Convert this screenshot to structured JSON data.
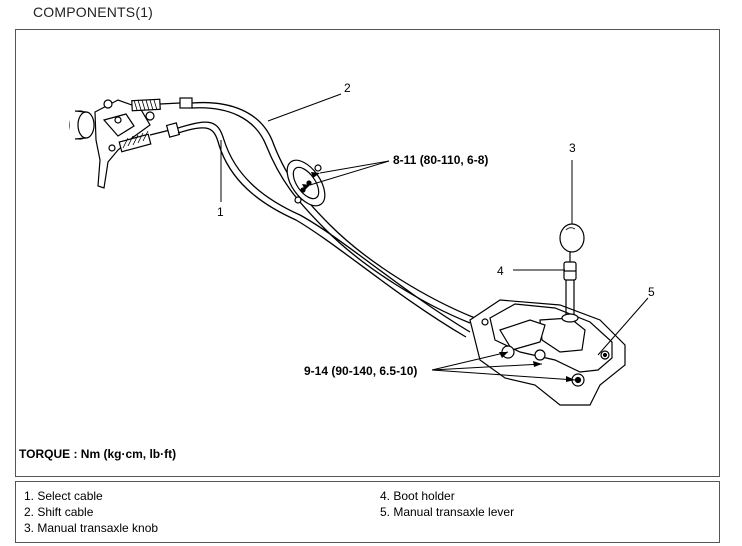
{
  "page": {
    "title": "COMPONENTS(1)"
  },
  "diagram": {
    "callouts": {
      "n1": "1",
      "n2": "2",
      "n3": "3",
      "n4": "4",
      "n5": "5"
    },
    "torque_values": {
      "cable_bracket": "8-11 (80-110, 6-8)",
      "lever_mount": "9-14 (90-140, 6.5-10)"
    },
    "torque_note": "TORQUE : Nm (kg·cm, lb·ft)"
  },
  "legend": {
    "left": [
      "1.  Select cable",
      "2.  Shift cable",
      "3.  Manual transaxle knob"
    ],
    "right": [
      "4.  Boot holder",
      "5.  Manual transaxle lever"
    ]
  }
}
